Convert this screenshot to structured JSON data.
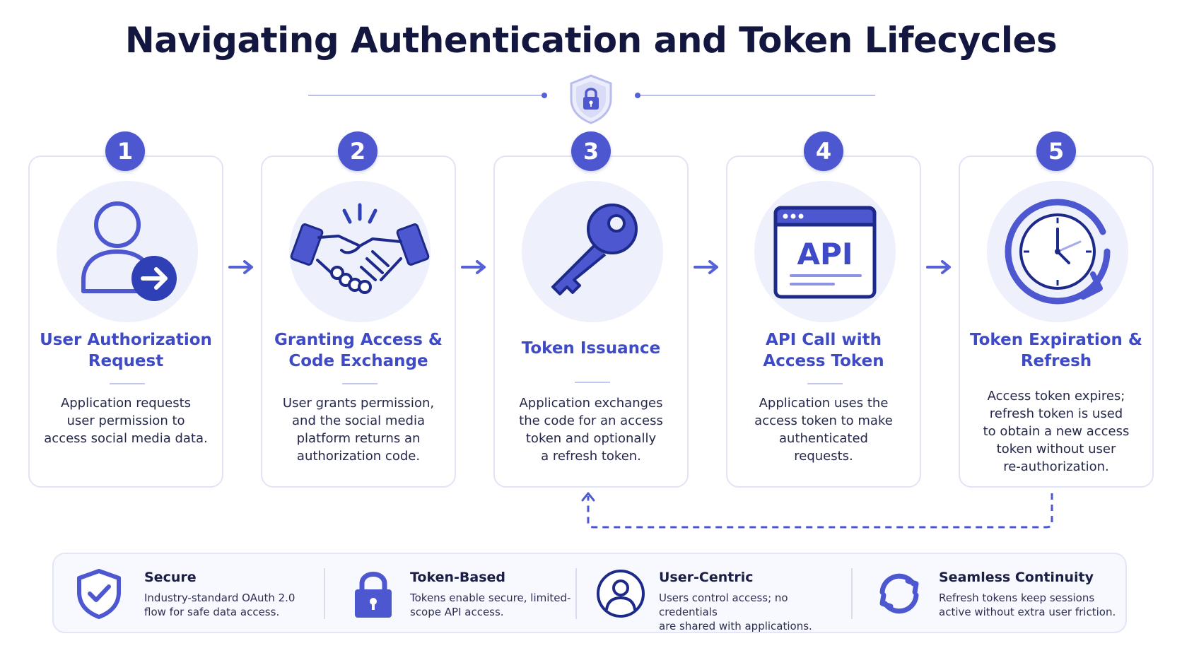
{
  "title": "Navigating Authentication and Token Lifecycles",
  "colors": {
    "primary": "#4d57cf",
    "accent": "#3f4ac6",
    "navy": "#1e2a8a",
    "light": "#eef0fb"
  },
  "steps": [
    {
      "number": "1",
      "title_line1": "User Authorization",
      "title_line2": "Request",
      "desc": [
        "Application requests",
        "user permission to",
        "access social media data."
      ],
      "icon": "user-arrow-icon"
    },
    {
      "number": "2",
      "title_line1": "Granting Access &",
      "title_line2": "Code Exchange",
      "desc": [
        "User grants permission,",
        "and the social media",
        "platform returns an",
        "authorization code."
      ],
      "icon": "handshake-icon"
    },
    {
      "number": "3",
      "title_line1": "Token Issuance",
      "title_line2": "",
      "desc": [
        "Application exchanges",
        "the code for an access",
        "token and optionally",
        "a refresh token."
      ],
      "icon": "key-icon"
    },
    {
      "number": "4",
      "title_line1": "API Call with",
      "title_line2": "Access Token",
      "desc": [
        "Application uses the",
        "access token to make",
        "authenticated",
        "requests."
      ],
      "icon": "api-window-icon",
      "icon_text": "API"
    },
    {
      "number": "5",
      "title_line1": "Token Expiration &",
      "title_line2": "Refresh",
      "desc": [
        "Access token expires;",
        "refresh token is used",
        "to obtain a new access",
        "token without user",
        "re-authorization."
      ],
      "icon": "clock-refresh-icon"
    }
  ],
  "features": [
    {
      "title": "Secure",
      "desc": [
        "Industry-standard OAuth 2.0",
        "flow for safe data access."
      ],
      "icon": "shield-check-icon"
    },
    {
      "title": "Token-Based",
      "desc": [
        "Tokens enable secure, limited-",
        "scope API access."
      ],
      "icon": "padlock-icon"
    },
    {
      "title": "User-Centric",
      "desc": [
        "Users control access; no credentials",
        "are shared with applications."
      ],
      "icon": "user-circle-icon"
    },
    {
      "title": "Seamless Continuity",
      "desc": [
        "Refresh tokens keep sessions",
        "active without extra user friction."
      ],
      "icon": "sync-arrows-icon"
    }
  ]
}
